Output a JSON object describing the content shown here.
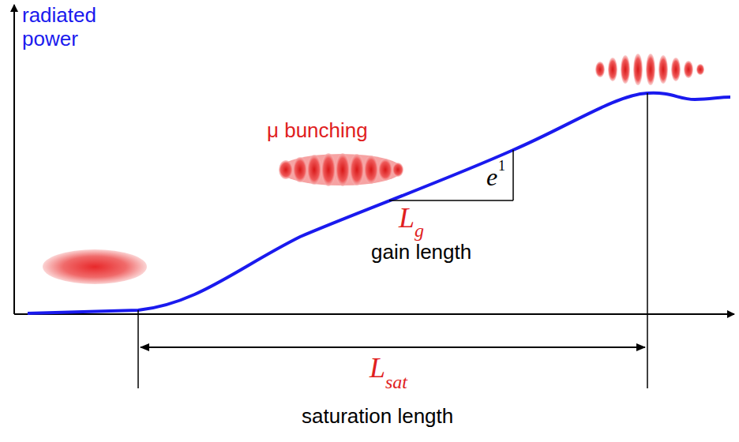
{
  "diagram": {
    "labels": [
      "radiated power",
      "μ bunching",
      "L",
      "g",
      "gain length",
      "e",
      "1",
      "L",
      "sat",
      "saturation length"
    ]
  }
}
